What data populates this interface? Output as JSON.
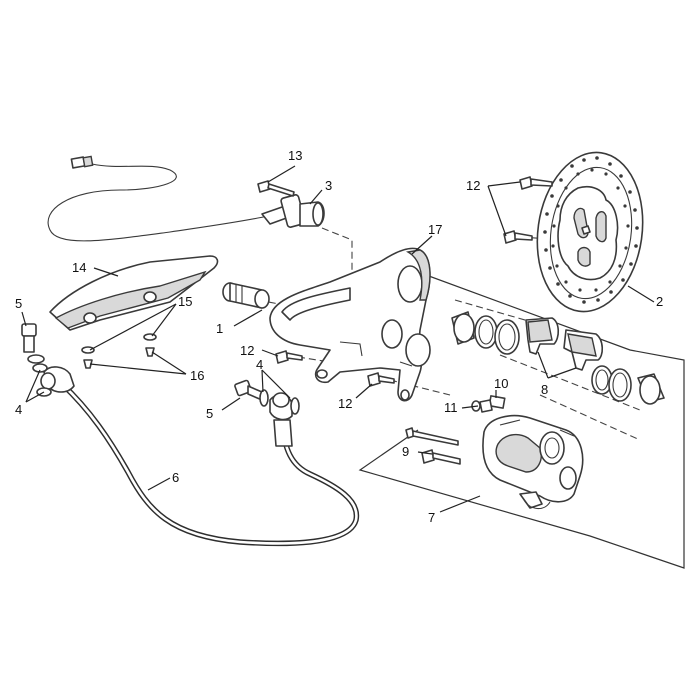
{
  "callouts": {
    "c1": "1",
    "c2": "2",
    "c3": "3",
    "c4a": "4",
    "c4b": "4",
    "c5a": "5",
    "c5b": "5",
    "c6": "6",
    "c7": "7",
    "c8": "8",
    "c9": "9",
    "c10": "10",
    "c11": "11",
    "c12a": "12",
    "c12b": "12",
    "c12c": "12",
    "c13": "13",
    "c14": "14",
    "c15": "15",
    "c16": "16",
    "c17": "17"
  },
  "colors": {
    "line": "#3a3a3a",
    "background": "#ffffff"
  }
}
